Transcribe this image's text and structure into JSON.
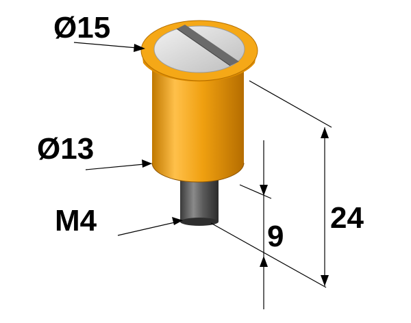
{
  "labels": {
    "diameter_top": "Ø15",
    "diameter_body": "Ø13",
    "thread": "M4",
    "length_thread": "9",
    "length_total": "24"
  },
  "colors": {
    "body": "#f0a010",
    "body_dark": "#b06a00",
    "body_light": "#ffd080",
    "head_face": "#d8d8d8",
    "slot": "#6a6a6a",
    "pin": "#4a4a4a",
    "lines": "#000000"
  }
}
